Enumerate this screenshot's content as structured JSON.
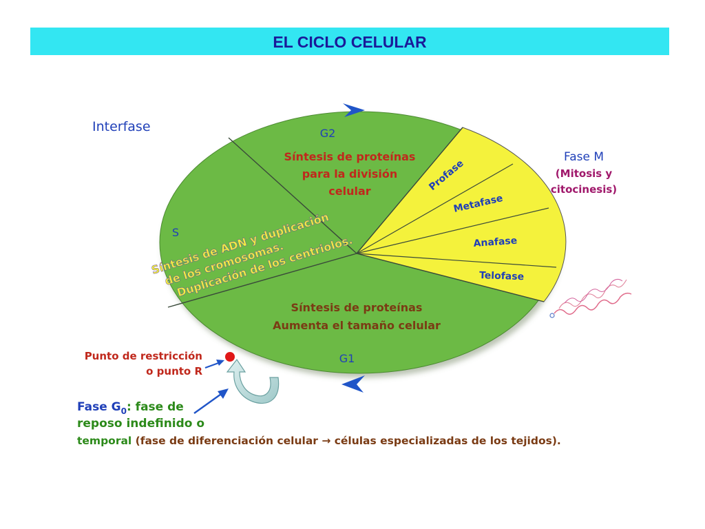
{
  "title": "EL CICLO CELULAR",
  "interfase_label": "Interfase",
  "g2": {
    "label": "G2",
    "text": [
      "Síntesis de proteínas",
      "para la división",
      "celular"
    ]
  },
  "s": {
    "label": "S",
    "text": [
      "Síntesis de ADN y duplicación",
      "de los cromosomas.",
      "Duplicación de los centriolos."
    ]
  },
  "g1": {
    "label": "G1",
    "text": [
      "Síntesis de proteínas",
      "Aumenta el tamaño celular"
    ]
  },
  "fase_m": {
    "title": "Fase M",
    "subtitle": [
      "(Mitosis y",
      "citocinesis)"
    ],
    "phases": [
      "Profase",
      "Metafase",
      "Anafase",
      "Telofase"
    ]
  },
  "restriccion": {
    "line1": "Punto de restricción",
    "line2": "o punto R"
  },
  "g0": {
    "prefix": "Fase G",
    "sub": "0",
    "colon_text": ": fase de",
    "line2": "reposo indefinido o",
    "line3_green": "temporal",
    "line3_rest": " (fase de diferenciación celular → células especializadas de los tejidos)."
  },
  "colors": {
    "banner": "#33e6f2",
    "title": "#1a1a99",
    "green_sector": "#6cba45",
    "yellow_sector": "#f4f23c",
    "blue_label": "#1f3fb8",
    "red_text": "#c0281c",
    "brown_text": "#7a3b14",
    "magenta_text": "#a0186b",
    "green_text": "#2c8a1a",
    "arrow_blue": "#2055c8",
    "point_red": "#e01818"
  }
}
